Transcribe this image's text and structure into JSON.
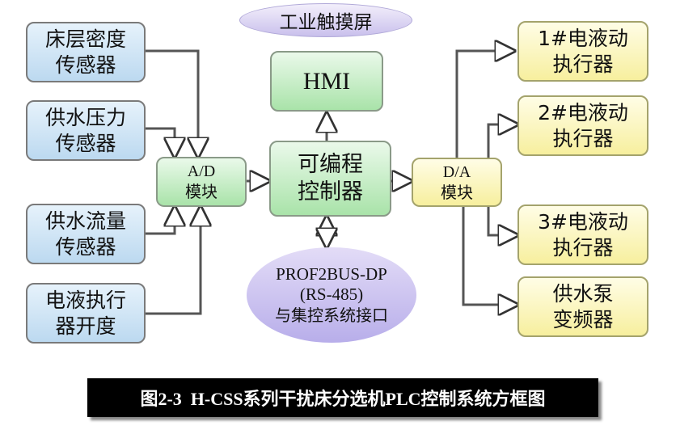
{
  "top_oval": "工业触摸屏",
  "hmi": "HMI",
  "plc": [
    "可编程",
    "控制器"
  ],
  "ad_module": [
    "A/D",
    "模块"
  ],
  "da_module": [
    "D/A",
    "模块"
  ],
  "sensors": [
    [
      "床层密度",
      "传感器"
    ],
    [
      "供水压力",
      "传感器"
    ],
    [
      "供水流量",
      "传感器"
    ],
    [
      "电液执行",
      "器开度"
    ]
  ],
  "outputs": [
    [
      "1#电液动",
      "执行器"
    ],
    [
      "2#电液动",
      "执行器"
    ],
    [
      "3#电液动",
      "执行器"
    ],
    [
      "供水泵",
      "变频器"
    ]
  ],
  "bus_interface": [
    "PROF2BUS-DP",
    "(RS-485)",
    "与集控系统接口"
  ],
  "caption": "图2-3  H-CSS系列干扰床分选机PLC控制系统方框图"
}
